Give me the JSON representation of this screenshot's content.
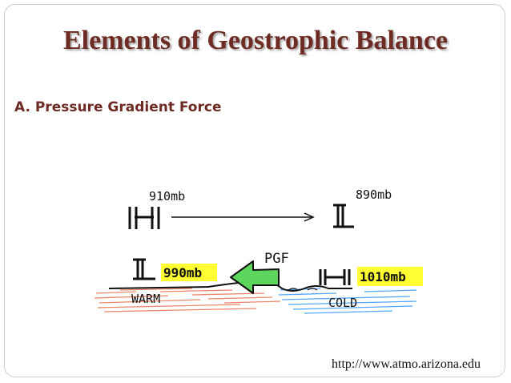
{
  "slide": {
    "title": "Elements of Geostrophic Balance",
    "subtitle": "A. Pressure Gradient Force",
    "url": "http://www.atmo.arizona.edu"
  },
  "diagram": {
    "top_high_label": "910mb",
    "top_low_label": "890mb",
    "bottom_low_label": "990mb",
    "bottom_high_label": "1010mb",
    "force_label": "PGF",
    "warm_label": "WARM",
    "cold_label": "COLD"
  },
  "colors": {
    "title": "#6e2b23",
    "highlight": "#ffff33",
    "arrow": "#5cd65c",
    "warm": "#e8724f",
    "cold": "#3399ff"
  }
}
